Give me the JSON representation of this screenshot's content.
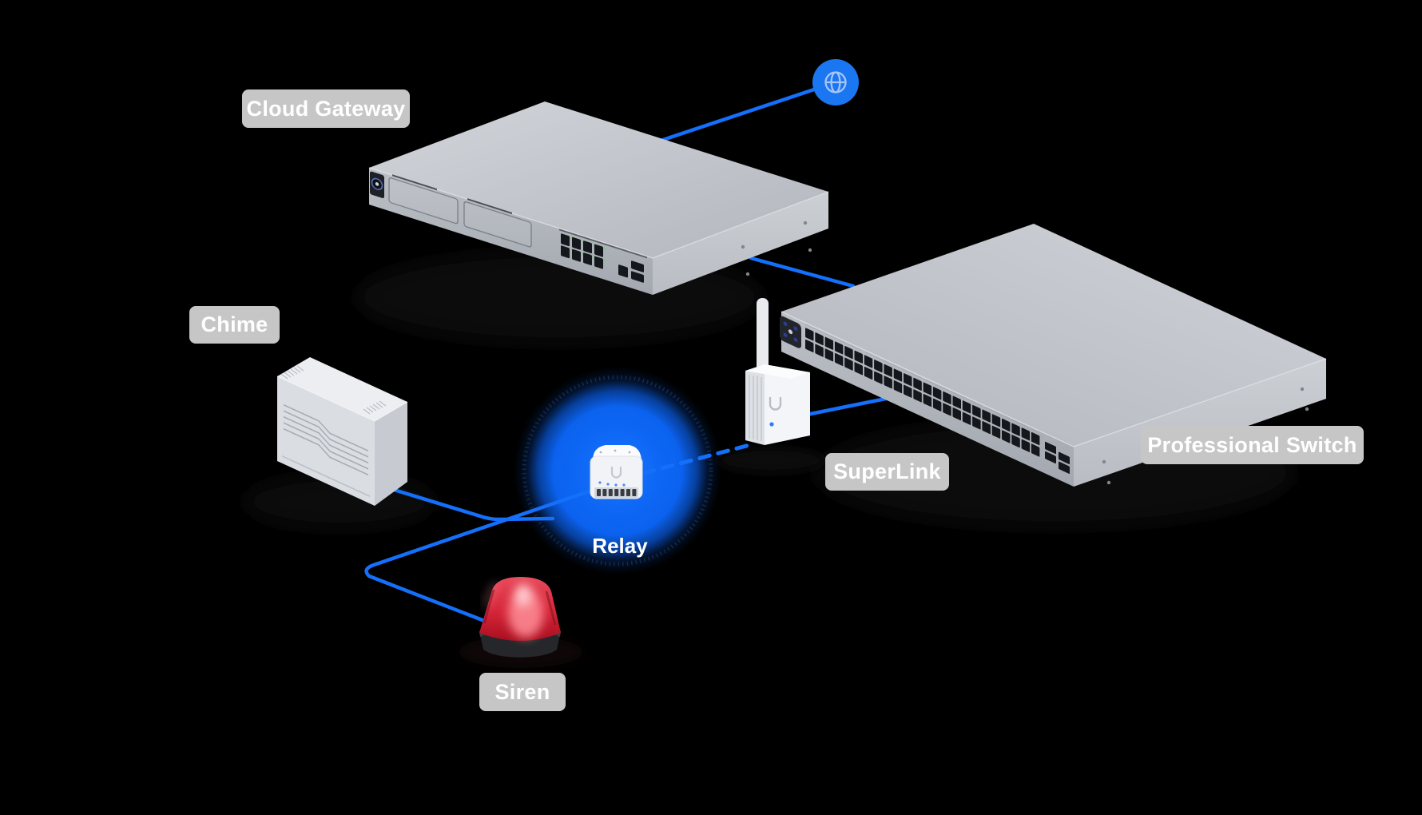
{
  "diagram": {
    "title": "UniFi security devices topology",
    "labels": {
      "cloud_gateway": "Cloud Gateway",
      "chime": "Chime",
      "superlink": "SuperLink",
      "professional_switch": "Professional Switch",
      "relay": "Relay",
      "siren": "Siren"
    },
    "icons": {
      "internet": "globe-icon"
    },
    "nodes": [
      {
        "id": "internet",
        "type": "cloud",
        "icon": "globe-icon"
      },
      {
        "id": "cloud-gateway",
        "label": "Cloud Gateway",
        "type": "rack-device"
      },
      {
        "id": "professional-switch",
        "label": "Professional Switch",
        "type": "rack-device-48-port"
      },
      {
        "id": "superlink",
        "label": "SuperLink",
        "type": "antenna-bridge"
      },
      {
        "id": "relay",
        "label": "Relay",
        "type": "relay-module",
        "highlighted": true
      },
      {
        "id": "chime",
        "label": "Chime",
        "type": "doorbell-chime"
      },
      {
        "id": "siren",
        "label": "Siren",
        "type": "red-beacon"
      }
    ],
    "connections": [
      {
        "from": "internet",
        "to": "cloud-gateway",
        "style": "solid"
      },
      {
        "from": "cloud-gateway",
        "to": "professional-switch",
        "style": "solid"
      },
      {
        "from": "professional-switch",
        "to": "superlink",
        "style": "solid"
      },
      {
        "from": "superlink",
        "to": "relay",
        "style": "dashed"
      },
      {
        "from": "chime",
        "to": "relay",
        "style": "solid"
      },
      {
        "from": "relay",
        "to": "siren",
        "style": "solid"
      }
    ],
    "colors": {
      "background": "#000000",
      "connection_blue": "#1470fa",
      "glow_blue": "#0d68f4",
      "globe_blue": "#1b76f2",
      "label_background": "#c6c6c6",
      "label_text": "#ffffff",
      "device_gray": "#c2c6cc",
      "siren_red": "#d82a3c"
    }
  }
}
